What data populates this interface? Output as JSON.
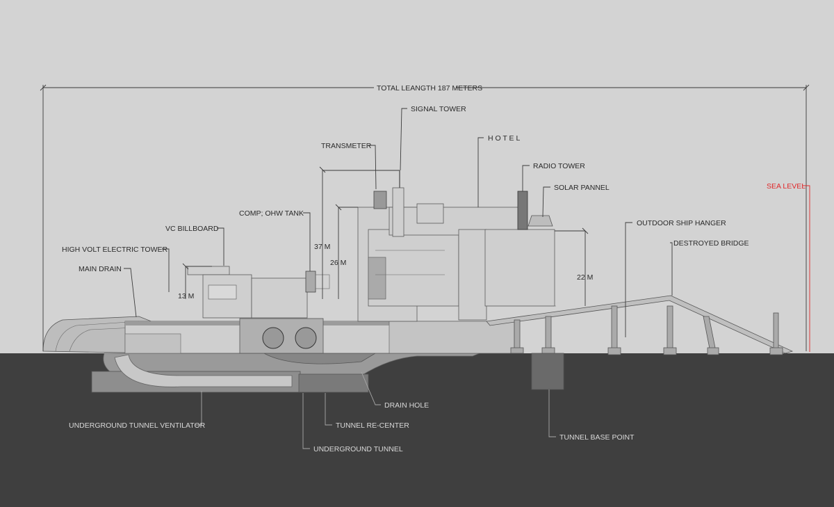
{
  "title": "TOTAL LEANGTH 187 METERS",
  "labels": {
    "signal_tower": "SIGNAL TOWER",
    "transmeter": "TRANSMETER",
    "hotel": "H O T E L",
    "radio_tower": "RADIO TOWER",
    "solar_pannel": "SOLAR PANNEL",
    "comp_ohw_tank": "COMP; OHW TANK",
    "vc_billboard": "VC BILLBOARD",
    "high_volt_tower": "HIGH VOLT ELECTRIC TOWER",
    "main_drain": "MAIN DRAIN",
    "outdoor_ship_hanger": "OUTDOOR SHIP HANGER",
    "destroyed_bridge": "DESTROYED BRIDGE",
    "sea_level": "SEA LEVEL",
    "underground_tunnel_ventilator": "UNDERGROUND TUNNEL VENTILATOR",
    "tunnel_re_center": "TUNNEL RE-CENTER",
    "underground_tunnel": "UNDERGROUND TUNNEL",
    "drain_hole": "DRAIN HOLE",
    "tunnel_base_point": "TUNNEL BASE POINT"
  },
  "dimensions": {
    "h37": "37 M",
    "h26": "26 M",
    "h13": "13 M",
    "h22": "22 M"
  },
  "colors": {
    "sky": "#d3d3d3",
    "ground": "#3f3f3f",
    "sea_level": "#e0282a"
  }
}
